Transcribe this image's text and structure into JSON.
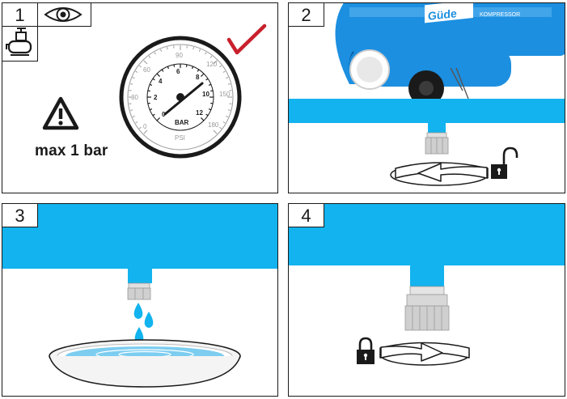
{
  "colors": {
    "water": "#12b3ee",
    "check": "#c8202c",
    "compressor": "#1c8fe0"
  },
  "panels": [
    {
      "step": "1",
      "icons": [
        "eye-icon",
        "compressor-icon",
        "warning-icon",
        "check-icon"
      ],
      "warning_text": "max  1 bar",
      "gauge": {
        "unit_bar": "BAR",
        "unit_psi": "PSI",
        "bar_ticks": [
          "0",
          "2",
          "4",
          "6",
          "8",
          "10",
          "12"
        ],
        "psi_ticks": [
          "0",
          "30",
          "60",
          "90",
          "120",
          "150",
          "180"
        ]
      }
    },
    {
      "step": "2",
      "brand": "Güde",
      "brand_sub": "KOMPRESSOR",
      "icons": [
        "unlock-icon",
        "rotate-left-icon"
      ]
    },
    {
      "step": "3",
      "icons": [
        "water-drop-icon",
        "water-dish-icon"
      ]
    },
    {
      "step": "4",
      "icons": [
        "lock-icon",
        "rotate-right-icon"
      ]
    }
  ]
}
